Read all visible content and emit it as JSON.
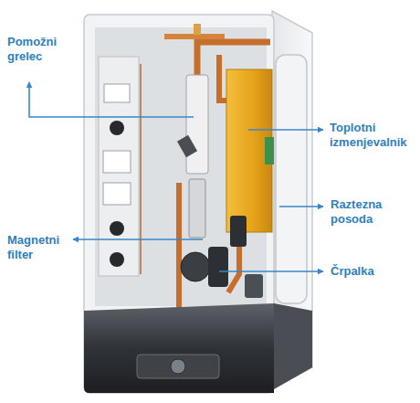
{
  "diagram": {
    "labels": [
      "Pomožni grelec",
      "Toplotni izmenjevalnik",
      "Raztezna posoda",
      "Magnetni filter",
      "Črpalka"
    ]
  }
}
